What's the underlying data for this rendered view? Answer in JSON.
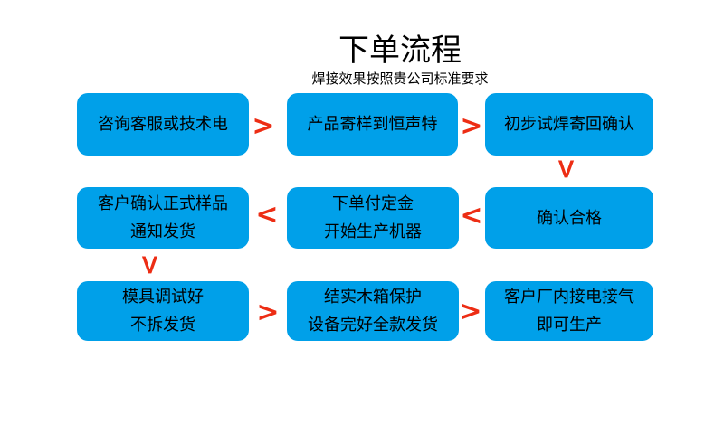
{
  "title": "下单流程",
  "subtitle": "焊接效果按照贵公司标准要求",
  "colors": {
    "box_blue": "#00a0e9",
    "arrow_red": "#ed2d14",
    "text_black": "#000000"
  },
  "steps": [
    {
      "lines": [
        "咨询客服或技术电"
      ]
    },
    {
      "lines": [
        "产品寄样到恒声特"
      ]
    },
    {
      "lines": [
        "初步试焊寄回确认"
      ]
    },
    {
      "lines": [
        "客户确认正式样品",
        "通知发货"
      ]
    },
    {
      "lines": [
        "下单付定金",
        "开始生产机器"
      ]
    },
    {
      "lines": [
        "确认合格"
      ]
    },
    {
      "lines": [
        "模具调试好",
        "不拆发货"
      ]
    },
    {
      "lines": [
        "结实木箱保护",
        "设备完好全款发货"
      ]
    },
    {
      "lines": [
        "客户厂内接电接气",
        "即可生产"
      ]
    }
  ],
  "arrows": [
    {
      "glyph": ">",
      "direction": "right"
    },
    {
      "glyph": ">",
      "direction": "right"
    },
    {
      "glyph": ">",
      "direction": "down"
    },
    {
      "glyph": "<",
      "direction": "left"
    },
    {
      "glyph": "<",
      "direction": "left"
    },
    {
      "glyph": ">",
      "direction": "down"
    },
    {
      "glyph": ">",
      "direction": "right"
    },
    {
      "glyph": ">",
      "direction": "right"
    }
  ]
}
